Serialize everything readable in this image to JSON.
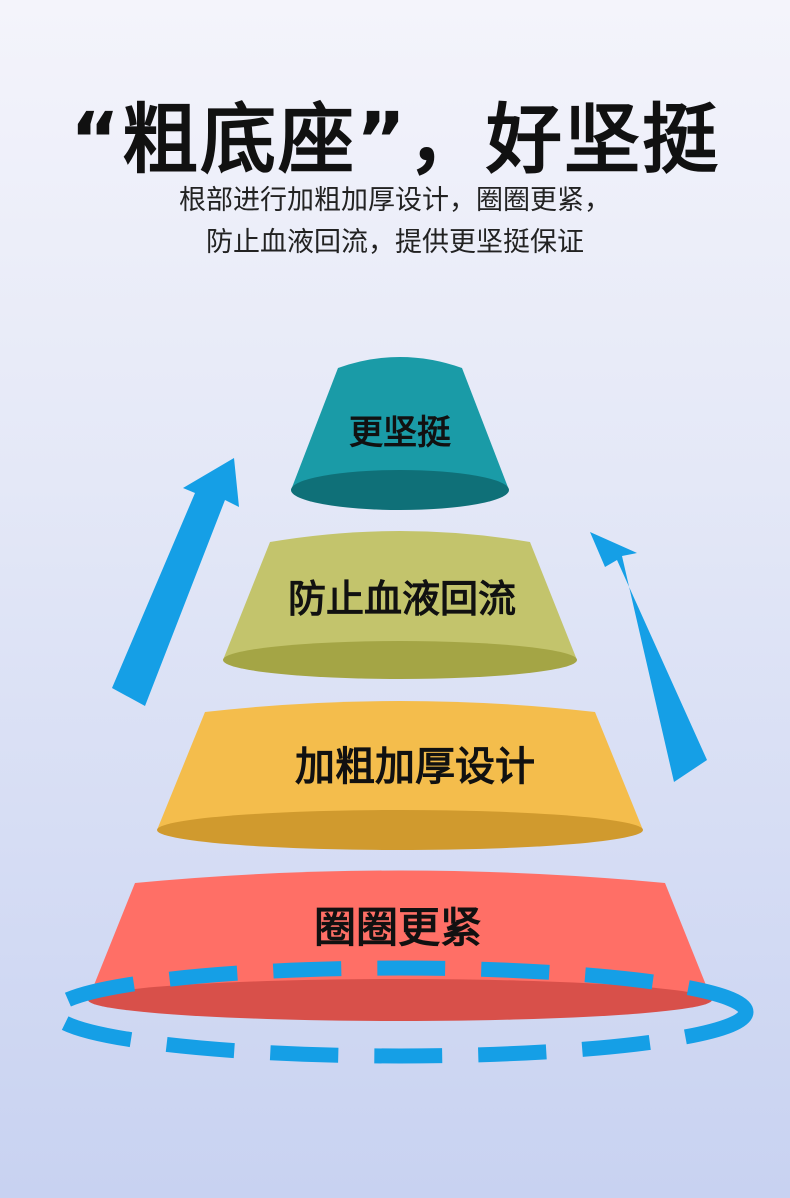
{
  "header": {
    "title": "“粗底座”，好坚挺",
    "subtitle_line1": "根部进行加粗加厚设计，圈圈更紧，",
    "subtitle_line2": "防止血液回流，提供更坚挺保证"
  },
  "tiers": [
    {
      "label": "更坚挺",
      "color": "#1a9ba7",
      "shade": "#0f7078"
    },
    {
      "label": "防止血液回流",
      "color": "#c3c46c",
      "shade": "#a4a545"
    },
    {
      "label": "加粗加厚设计",
      "color": "#f4bd4c",
      "shade": "#d09a2e"
    },
    {
      "label": "圈圈更紧",
      "color": "#ff6f66",
      "shade": "#d8504a"
    }
  ],
  "colors": {
    "arrow": "#159fe6",
    "ring": "#159fe6"
  }
}
